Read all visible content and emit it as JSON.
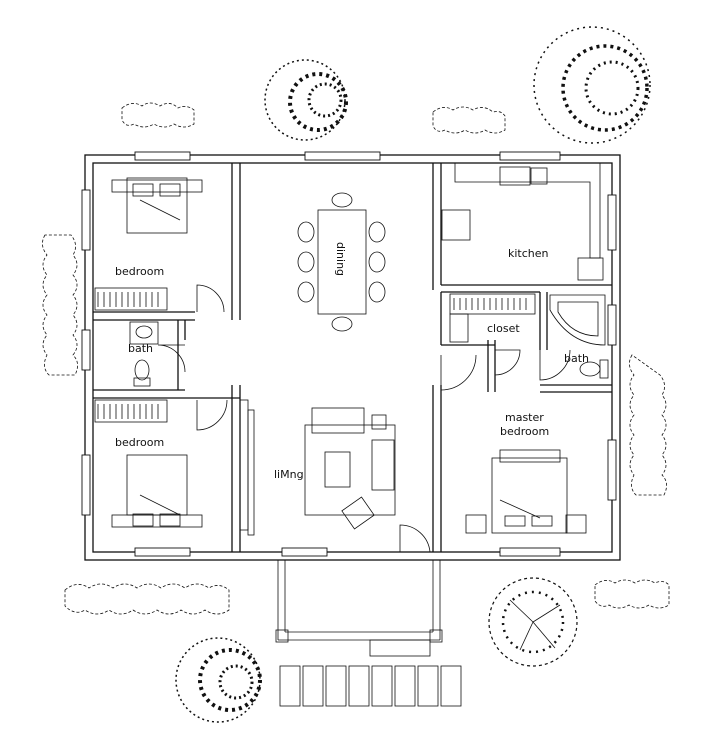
{
  "rooms": {
    "bedroom_1": "bedroom",
    "bath_1": "bath",
    "bedroom_2": "bedroom",
    "dining": "dining",
    "living": "liMng",
    "kitchen": "kitchen",
    "closet": "closet",
    "bath_2": "bath",
    "master_line1": "master",
    "master_line2": "bedroom"
  },
  "icons": {
    "tree": "tree-icon",
    "shrub": "shrub-icon",
    "bed": "bed-icon",
    "table": "dining-table-icon",
    "sofa": "sofa-icon",
    "tub": "bathtub-icon",
    "toilet": "toilet-icon"
  },
  "colors": {
    "ink": "#111111",
    "paper": "#ffffff"
  }
}
